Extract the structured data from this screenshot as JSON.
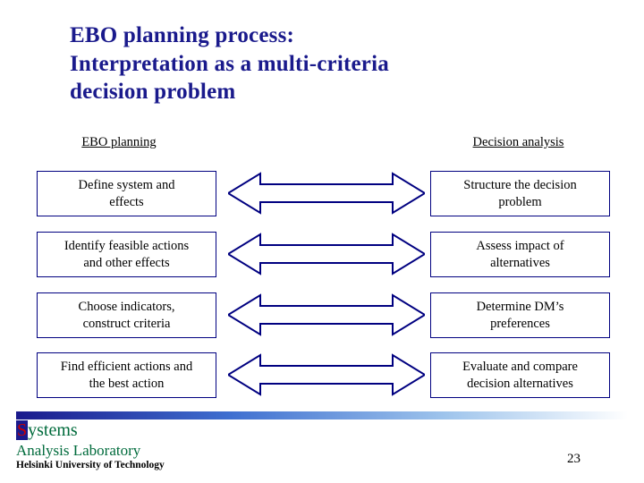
{
  "slide": {
    "title_lines": [
      "EBO planning process:",
      "Interpretation as a multi-criteria",
      "decision problem"
    ],
    "columns": {
      "left_heading": "EBO planning",
      "right_heading": "Decision analysis"
    },
    "left_steps": [
      {
        "line1": "Define system and",
        "line2": "effects"
      },
      {
        "line1": "Identify feasible actions",
        "line2": "and other effects"
      },
      {
        "line1": "Choose indicators,",
        "line2": "construct criteria"
      },
      {
        "line1": "Find efficient actions and",
        "line2": "the best action"
      }
    ],
    "right_steps": [
      {
        "line1": "Structure the decision",
        "line2": "problem"
      },
      {
        "line1": "Assess impact of",
        "line2": "alternatives"
      },
      {
        "line1": "Determine DM’s",
        "line2": "preferences"
      },
      {
        "line1": "Evaluate and compare",
        "line2": "decision alternatives"
      }
    ],
    "connectors": {
      "count": 4,
      "type": "double-headed-arrow"
    },
    "footer": {
      "logo_initial": "S",
      "logo_rest": "ystems",
      "logo_line2": "Analysis Laboratory",
      "logo_line3": "Helsinki University of Technology",
      "page_number": "23"
    },
    "colors": {
      "title": "#1a1a8c",
      "box_border": "#000080",
      "arrow_outline": "#000080",
      "logo_green": "#006b3c",
      "logo_red": "#cc0000",
      "bar_start": "#1a1a8c"
    }
  }
}
